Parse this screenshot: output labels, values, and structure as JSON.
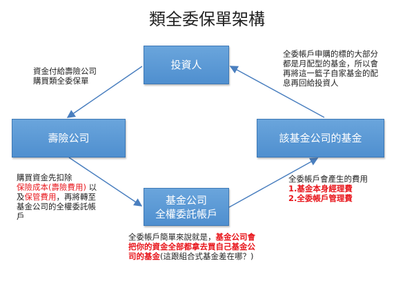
{
  "title": "類全委保單架構",
  "nodes": {
    "investor": "投資人",
    "insurer": "壽險公司",
    "fund": "該基金公司的基金",
    "account_l1": "基金公司",
    "account_l2": "全權委託帳戶"
  },
  "notes": {
    "top_left": [
      "資金付給壽險公司",
      "購買類全委保單"
    ],
    "top_right": [
      "全委帳戶申購的標的大部分",
      "都是月配型的基金，所以會",
      "再將這一籃子自家基金的配",
      "息再回給投資人"
    ],
    "bottom_left": {
      "l1": "購買資金先扣除",
      "red1": "保險成本(壽險費用)",
      "t1": " 以",
      "t2": "及",
      "red2": "保管費用",
      "t3": "，再將轉至",
      "l4": "基金公司的全權委託帳",
      "l5": "戶"
    },
    "bottom_center": {
      "t1": "全委帳戶簡單來說就是，",
      "red": "基金公司會把你的資金全部都拿去買自己基金公司的基金",
      "t2": "(這跟組合式基金差在哪？)"
    },
    "bottom_right": {
      "heading": "全委帳戶會產生的費用",
      "items": [
        "1.基金本身經理費",
        "2.全委帳戶管理費"
      ]
    }
  },
  "colors": {
    "box": "#5b9bd5",
    "arrow": "#4a7fbf",
    "highlight": "#e8151b"
  }
}
